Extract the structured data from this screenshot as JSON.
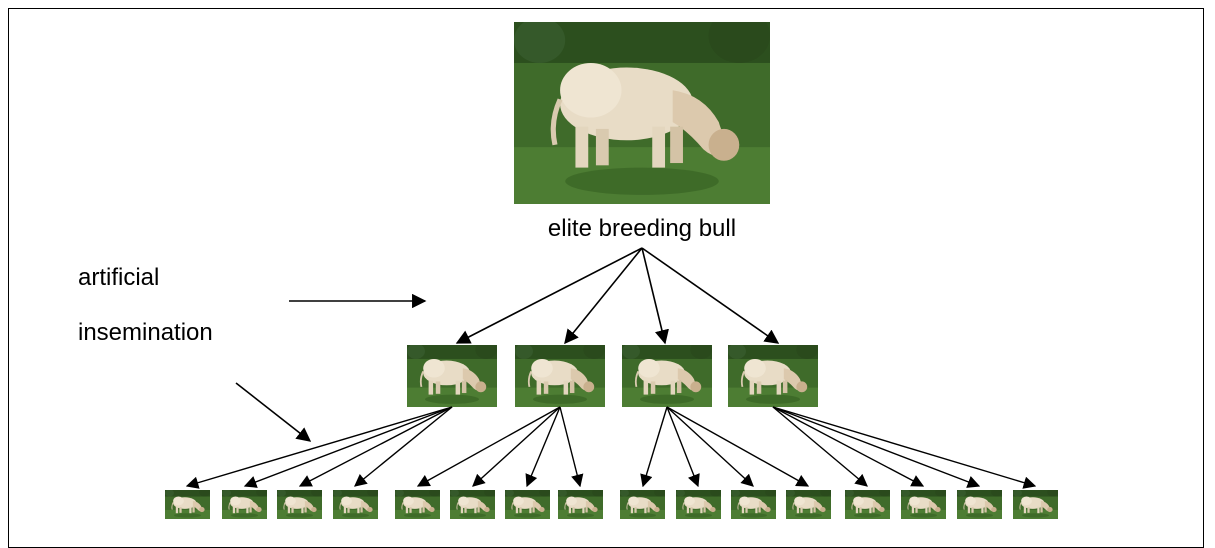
{
  "diagram": {
    "top_label": "elite breeding bull",
    "side_label_line1": "artificial",
    "side_label_line2": "insemination",
    "children_count": 4,
    "grandchildren_per_child": 4,
    "colors": {
      "grass": "#3f6b2a",
      "bull": "#e8dcc6",
      "arrow": "#000000"
    },
    "icon": "white-bull-photo"
  }
}
